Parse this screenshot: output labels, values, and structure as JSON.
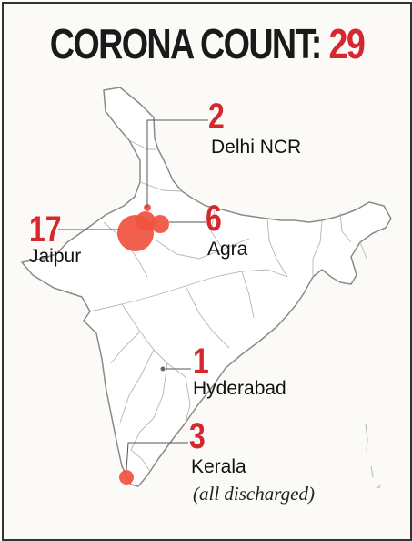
{
  "title": {
    "main": "CORONA COUNT:",
    "count": "29"
  },
  "locations": [
    {
      "count": "2",
      "name": "Delhi NCR"
    },
    {
      "count": "17",
      "name": "Jaipur"
    },
    {
      "count": "6",
      "name": "Agra"
    },
    {
      "count": "1",
      "name": "Hyderabad"
    },
    {
      "count": "3",
      "name": "Kerala",
      "note": "(all discharged)"
    }
  ],
  "colors": {
    "accent": "#d6262e",
    "marker": "#f0523f",
    "map_outline": "#8a8a8a",
    "map_fill": "#ffffff"
  }
}
